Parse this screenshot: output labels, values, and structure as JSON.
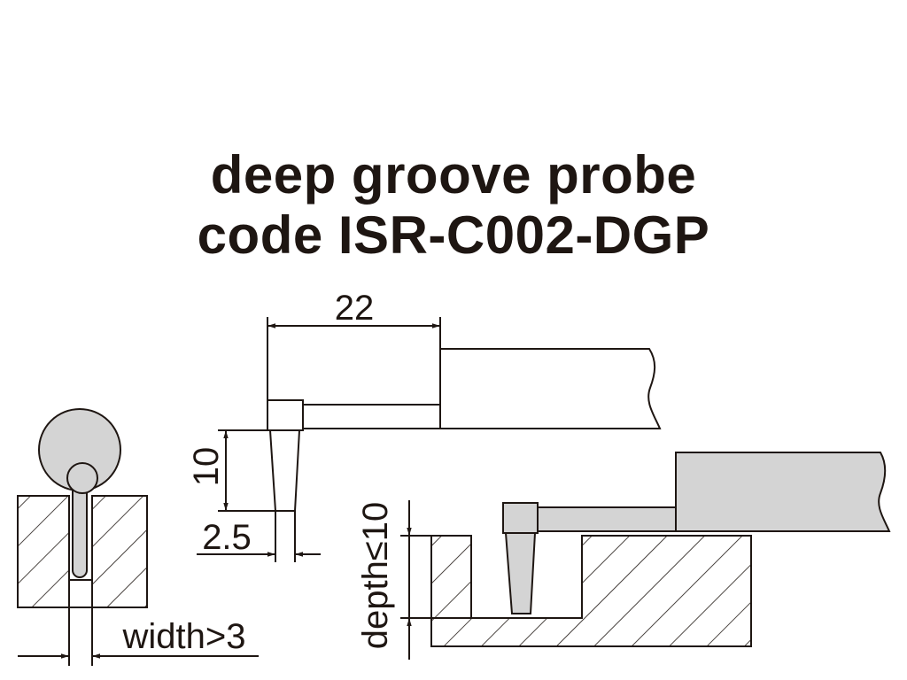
{
  "title": {
    "line1": "deep groove probe",
    "line2": "code ISR-C002-DGP"
  },
  "dimensions": {
    "arm_length": "22",
    "tip_height": "10",
    "tip_diameter": "2.5",
    "groove_width": "width>3",
    "groove_depth": "depth≤10"
  },
  "colors": {
    "line": "#1e1612",
    "fill": "#d4d4d4",
    "background": "#ffffff"
  }
}
